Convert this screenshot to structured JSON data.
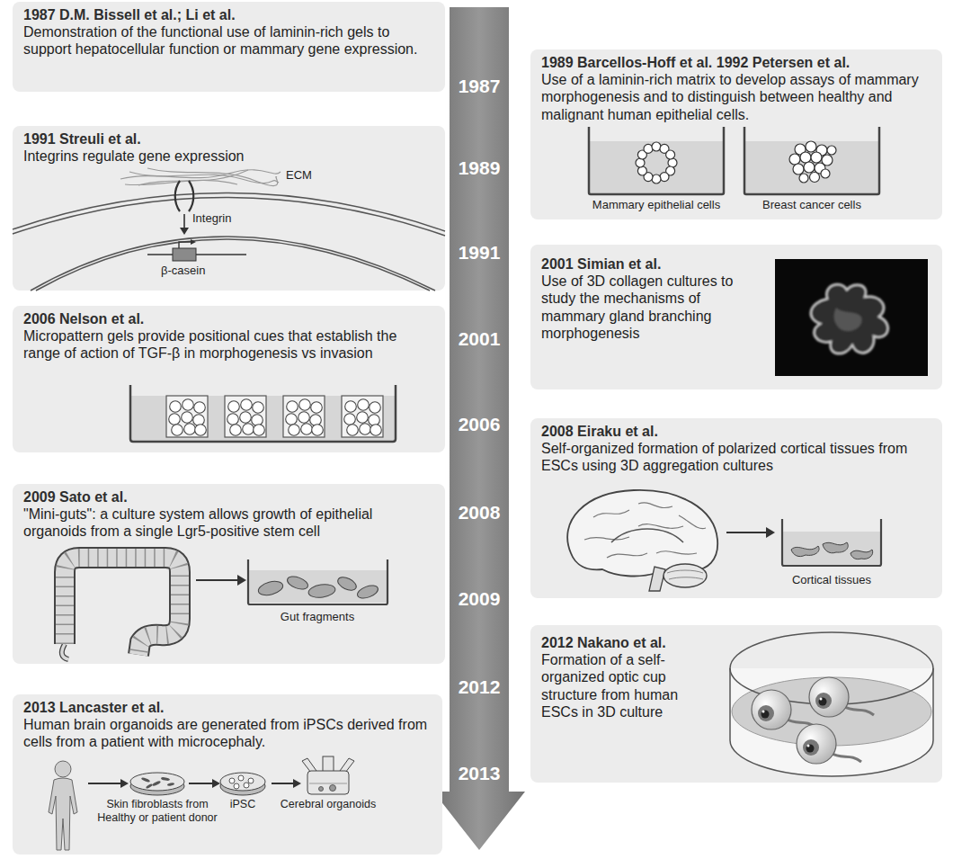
{
  "diagram": {
    "nodes": [
      {
        "text": [
          "1987 D.M. Bissell et al.; Li et al.",
          "Demonstration of the functional use of laminin-rich gels to support hepatocellular function or mammary gene expression."
        ]
      },
      {
        "text": [
          "1989 Barcellos-Hoff et al. 1992 Petersen et al.",
          "Use of a laminin-rich matrix to develop assays of mammary morphogenesis and to distinguish between healthy and malignant human epithelial cells."
        ]
      },
      {
        "text": [
          "1991 Streuli et al.",
          "Integrins regulate gene expression"
        ]
      },
      {
        "text": [
          "2001 Simian et al.",
          "Use of 3D collagen cultures to study the mechanisms of mammary gland branching morphogenesis"
        ]
      },
      {
        "text": [
          "2006 Nelson et al.",
          "Micropattern gels provide positional cues that establish the range of action of TGF-β in morphogenesis vs invasion"
        ]
      },
      {
        "text": [
          "2008 Eiraku et al.",
          "Self-organized formation of polarized cortical tissues from ESCs using 3D aggregation cultures"
        ]
      },
      {
        "text": [
          "2009 Sato et al.",
          "\"Mini-guts\": a culture system allows growth of epithelial organoids from a single Lgr5-positive stem cell"
        ]
      },
      {
        "text": [
          "2012 Nakano et al.",
          "Formation of a self-organized optic cup structure from human ESCs in 3D culture"
        ]
      },
      {
        "text": [
          "2013 Lancaster et al.",
          "Human brain organoids are generated from iPSCs derived from cells from a patient with microcephaly."
        ]
      }
    ],
    "labels": [
      "1987",
      "1989",
      "1991",
      "2001",
      "2006",
      "2008",
      "2009",
      "2012",
      "2013",
      "ECM",
      "Integrin",
      "β-casein",
      "Mammary epithelial cells",
      "Breast cancer cells",
      "Cortical tissues",
      "Gut fragments",
      "Skin fibroblasts from Healthy or patient donor",
      "iPSC",
      "Cerebral organoids"
    ]
  }
}
